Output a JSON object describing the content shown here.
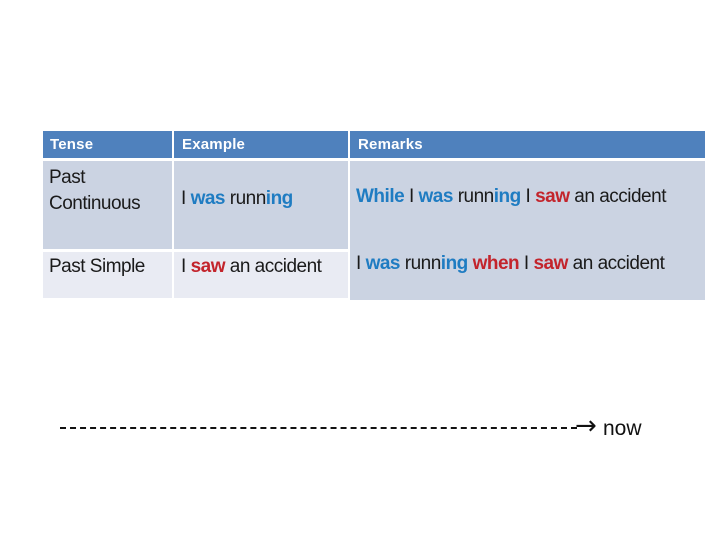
{
  "colors": {
    "header_bg": "#4f81bd",
    "row_dark_bg": "#cbd3e2",
    "row_light_bg": "#e9ebf3",
    "text": "#1a1a1a",
    "blue": "#1f7cc2",
    "red": "#c3242c"
  },
  "table": {
    "headers": [
      "Tense",
      "Example",
      "Remarks"
    ],
    "tense_labels": {
      "past_continuous": "Past Continuous",
      "past_simple": "Past Simple"
    }
  },
  "segments": {
    "example_past_continuous": [
      {
        "t": "I ",
        "c": "text"
      },
      {
        "t": "was",
        "c": "blue",
        "b": true
      },
      {
        "t": " runn",
        "c": "text"
      },
      {
        "t": "ing",
        "c": "blue",
        "b": true
      }
    ],
    "example_past_simple": [
      {
        "t": "I ",
        "c": "text"
      },
      {
        "t": "saw",
        "c": "red",
        "b": true
      },
      {
        "t": " an accident",
        "c": "text"
      }
    ],
    "remark_while": [
      {
        "t": "While",
        "c": "blue",
        "b": true
      },
      {
        "t": " I ",
        "c": "text"
      },
      {
        "t": "was",
        "c": "blue",
        "b": true
      },
      {
        "t": " runn",
        "c": "text"
      },
      {
        "t": "ing",
        "c": "blue",
        "b": true
      },
      {
        "t": " I ",
        "c": "text"
      },
      {
        "t": "saw",
        "c": "red",
        "b": true
      },
      {
        "t": " an accident",
        "c": "text"
      }
    ],
    "remark_when": [
      {
        "t": "I ",
        "c": "text"
      },
      {
        "t": "was",
        "c": "blue",
        "b": true
      },
      {
        "t": " runn",
        "c": "text"
      },
      {
        "t": "ing",
        "c": "blue",
        "b": true
      },
      {
        "t": " ",
        "c": "text"
      },
      {
        "t": "when",
        "c": "red",
        "b": true
      },
      {
        "t": " I ",
        "c": "text"
      },
      {
        "t": "saw",
        "c": "red",
        "b": true
      },
      {
        "t": " an accident",
        "c": "text"
      }
    ]
  },
  "timeline": {
    "arrow": "→",
    "now_label": "now"
  }
}
